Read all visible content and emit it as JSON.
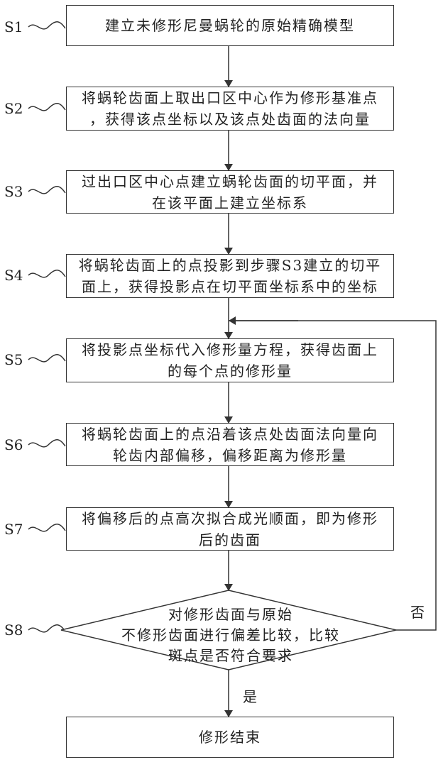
{
  "steps": [
    {
      "label": "S1",
      "lines": [
        "建立未修形尼曼蜗轮的原始精确模型"
      ]
    },
    {
      "label": "S2",
      "lines": [
        "将蜗轮齿面上取出口区中心作为修形基准点",
        "，获得该点坐标以及该点处齿面的法向量"
      ]
    },
    {
      "label": "S3",
      "lines": [
        "过出口区中心点建立蜗轮齿面的切平面，并",
        "在该平面上建立坐标系"
      ]
    },
    {
      "label": "S4",
      "lines": [
        "将蜗轮齿面上的点投影到步骤S3建立的切平",
        "面上，获得投影点在切平面坐标系中的坐标"
      ]
    },
    {
      "label": "S5",
      "lines": [
        "将投影点坐标代入修形量方程，获得齿面上",
        "的每个点的修形量"
      ]
    },
    {
      "label": "S6",
      "lines": [
        "将蜗轮齿面上的点沿着该点处齿面法向量向",
        "轮齿内部偏移，偏移距离为修形量"
      ]
    },
    {
      "label": "S7",
      "lines": [
        "将偏移后的点高次拟合成光顺面，即为修形",
        "后的齿面"
      ]
    }
  ],
  "decision": {
    "label": "S8",
    "lines": [
      "对修形齿面与原始",
      "不修形齿面进行偏差比较，比较",
      "斑点是否符合要求"
    ]
  },
  "yes_label": "是",
  "no_label": "否",
  "end": {
    "text": "修形结束"
  }
}
